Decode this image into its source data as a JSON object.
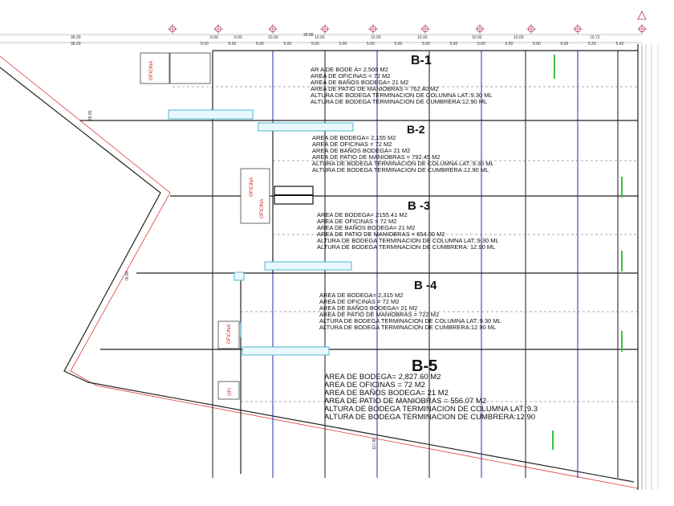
{
  "dimensions_top": {
    "overall": "30.88",
    "left_a": "38.29",
    "left_b": "38.29",
    "spans_a": [
      "6.00",
      "6.00",
      "10.00",
      "10.00",
      "10.00",
      "10.00",
      "10.00",
      "10.00",
      "10.72"
    ],
    "spans_b": [
      "5.00",
      "5.00",
      "5.00",
      "5.00",
      "5.00",
      "5.00",
      "5.00",
      "5.00",
      "5.00",
      "5.00",
      "5.00",
      "5.00",
      "5.00",
      "5.00",
      "5.29",
      "5.42"
    ]
  },
  "dimensions_side": {
    "left_upper": "69.85",
    "left_mid": "78.84",
    "bottom": "117.86"
  },
  "office_label": "OFICINA",
  "office_label_small": "OFI",
  "bodegas": [
    {
      "title": "B-1",
      "lines": [
        "AR  A DE BODE   A= 2,500 M2",
        "AREA DE OFICINAS = 72 M2",
        "AREA DE BAÑOS BODEGA= 21 M2",
        "AREA DE PATIO DE MANIOBRAS = 762.40 M2",
        "ALTURA DE BODEGA TERMINACION DE COLUMNA LAT.:9.30 ML",
        "ALTURA DE BODEGA TERMINACION DE CUMBRERA:12.90 ML"
      ]
    },
    {
      "title": "B-2",
      "lines": [
        "AREA DE BODEGA= 2,155 M2",
        "AREA DE OFICINAS = 72 M2",
        "AREA DE BAÑOS BODEGA= 21 M2",
        "AREA DE PATIO DE MANIOBRAS = 792.45 M2",
        "ALTURA DE BODEGA TERMINACION DE COLUMNA LAT.:9.30 ML",
        "ALTURA DE BODEGA TERMINACION DE CUMBRERA:12.90 ML"
      ]
    },
    {
      "title": "B -3",
      "lines": [
        "AREA DE BODEGA= 2155.41 M2",
        "AREA DE OFICINAS = 72 M2",
        "AREA DE BAÑOS BODEGA= 21 M2",
        "AREA DE PATIO DE MANIOBRAS = 654.00 M2",
        "ALTURA DE BODEGA TERMINACION DE COLUMNA LAT.:9.30 ML",
        "ALTURA DE BODEGA TERMINACION DE CUMBRERA: 12.90 ML"
      ]
    },
    {
      "title": "B -4",
      "lines": [
        "AREA DE BODEGA= 2,315 M2",
        "AREA DE OFICINAS = 72 M2",
        "AREA DE BAÑOS BODEGA= 21 M2",
        "AREA DE PATIO DE MANIOBRAS = 722 M2",
        "ALTURA DE BODEGA TERMINACION DE COLUMNA LAT.:9.30 ML",
        "ALTURA DE BODEGA TERMINACION DE CUMBRERA:12.90 ML"
      ]
    },
    {
      "title": "B-5",
      "lines": [
        "AREA DE BODEGA= 2,827.60 M2",
        "AREA DE OFICINAS = 72 M2",
        "AREA DE BAÑOS BODEGA= 21 M2",
        "AREA DE PATIO DE MANIOBRAS = 556.07 M2",
        "ALTURA DE BODEGA TERMINACION DE COLUMNA LAT.:9.3",
        "ALTURA DE BODEGA TERMINACION DE CUMBRERA:12.90"
      ]
    }
  ]
}
